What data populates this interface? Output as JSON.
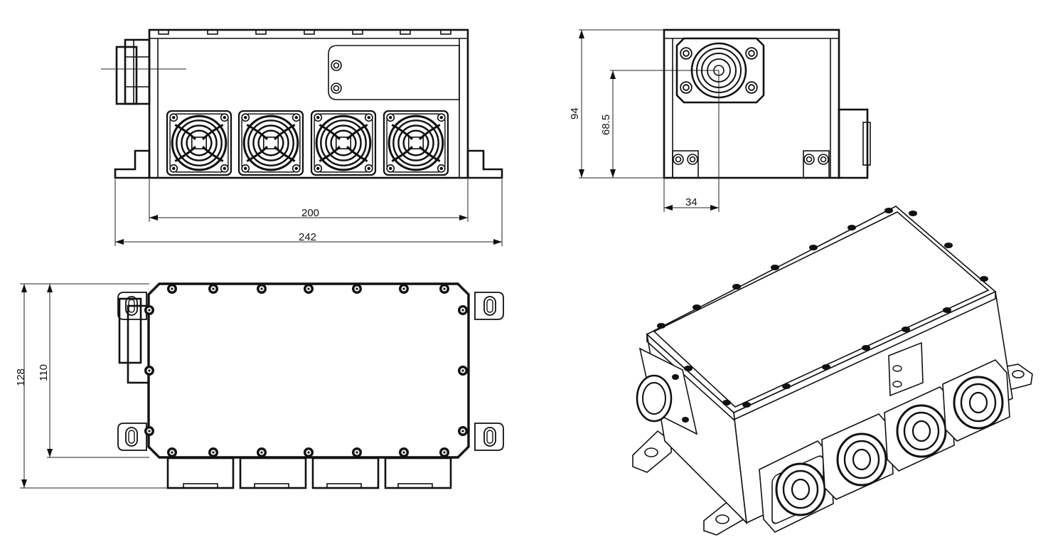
{
  "dimensions": {
    "front_inner_width": "200",
    "front_overall_width": "242",
    "side_height": "94",
    "side_connector_height": "68.5",
    "side_connector_offset": "34",
    "top_overall_depth": "128",
    "top_inner_depth": "110"
  },
  "icons": {
    "fan": "fan-grille-icon",
    "screw": "screw-head-icon",
    "connector": "round-connector-icon"
  },
  "colors": {
    "line": "#111111",
    "background": "#ffffff"
  }
}
